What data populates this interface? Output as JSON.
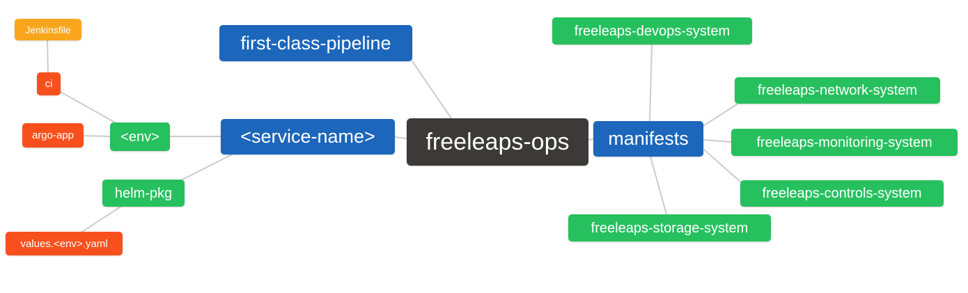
{
  "palette": {
    "canvas_bg": "#FFFFFF",
    "root_bg": "#3C3938",
    "branch_bg": "#1C66BB",
    "leaf_bg": "#27C05F",
    "alert_bg": "#F8501D",
    "file_bg": "#F9A61D",
    "node_text": "#FFFFFF",
    "link_color": "#CCCCCC"
  },
  "nodes": {
    "root": {
      "label": "freeleaps-ops"
    },
    "first_class_pipeline": {
      "label": "first-class-pipeline"
    },
    "service_name": {
      "label": "<service-name>"
    },
    "env": {
      "label": "<env>"
    },
    "argo_app": {
      "label": "argo-app"
    },
    "ci": {
      "label": "ci"
    },
    "jenkinsfile": {
      "label": "Jenkinsfile"
    },
    "helm_pkg": {
      "label": "helm-pkg"
    },
    "values_env_yaml": {
      "label": "values.<env>.yaml"
    },
    "manifests": {
      "label": "manifests"
    },
    "devops_system": {
      "label": "freeleaps-devops-system"
    },
    "network_system": {
      "label": "freeleaps-network-system"
    },
    "monitoring_system": {
      "label": "freeleaps-monitoring-system"
    },
    "controls_system": {
      "label": "freeleaps-controls-system"
    },
    "storage_system": {
      "label": "freeleaps-storage-system"
    }
  },
  "edges": [
    {
      "from": "jenkinsfile",
      "to": "ci"
    },
    {
      "from": "ci",
      "to": "env"
    },
    {
      "from": "argo_app",
      "to": "env"
    },
    {
      "from": "env",
      "to": "service_name"
    },
    {
      "from": "helm_pkg",
      "to": "service_name"
    },
    {
      "from": "values_env_yaml",
      "to": "helm_pkg"
    },
    {
      "from": "first_class_pipeline",
      "to": "root"
    },
    {
      "from": "service_name",
      "to": "root"
    },
    {
      "from": "root",
      "to": "manifests"
    },
    {
      "from": "manifests",
      "to": "devops_system"
    },
    {
      "from": "manifests",
      "to": "network_system"
    },
    {
      "from": "manifests",
      "to": "monitoring_system"
    },
    {
      "from": "manifests",
      "to": "controls_system"
    },
    {
      "from": "manifests",
      "to": "storage_system"
    }
  ]
}
